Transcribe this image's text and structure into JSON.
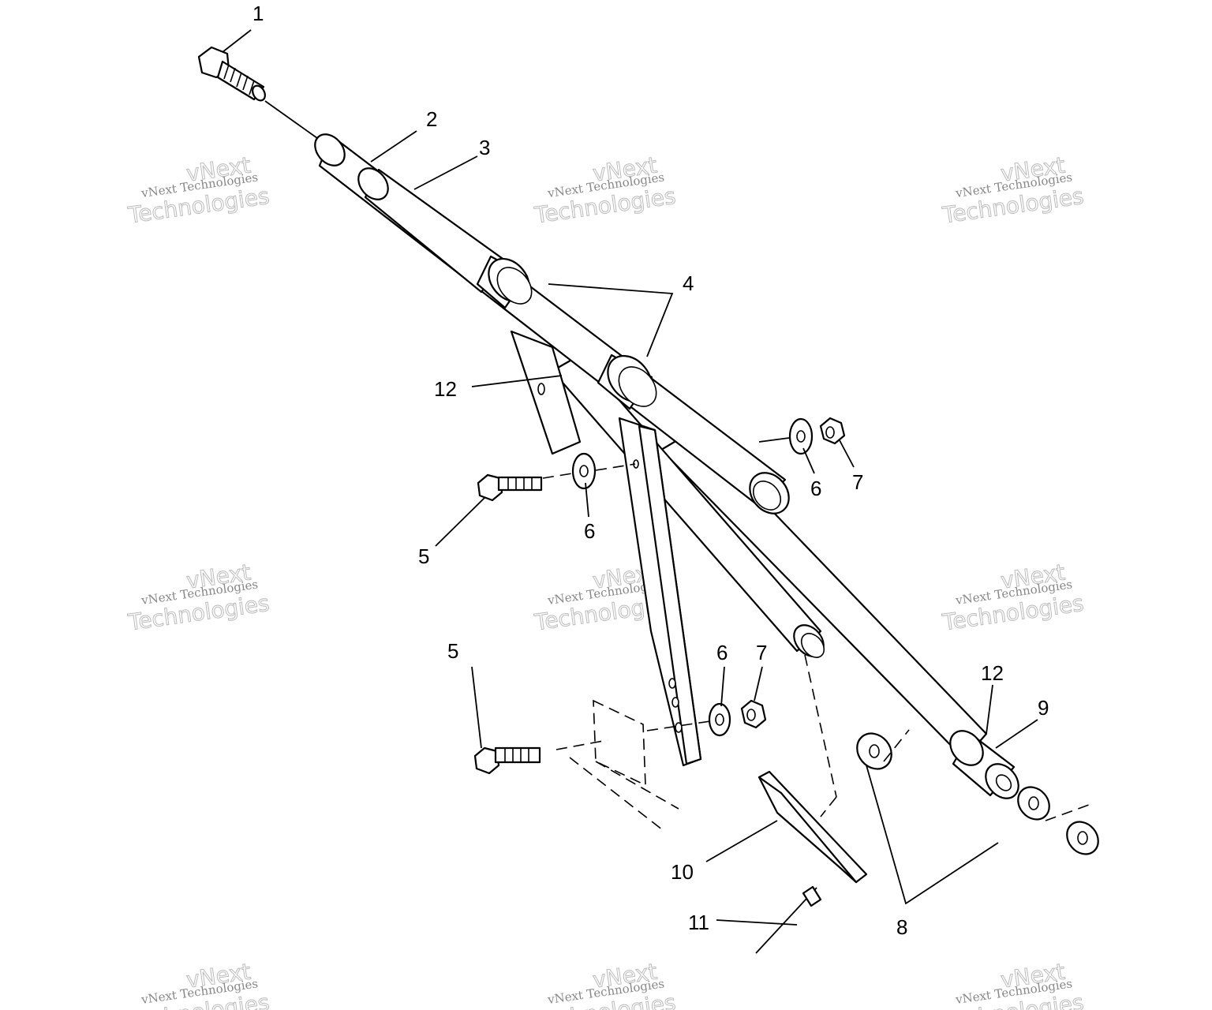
{
  "callouts": {
    "c1": "1",
    "c2": "2",
    "c3": "3",
    "c4": "4",
    "c5a": "5",
    "c5b": "5",
    "c6a": "6",
    "c6b": "6",
    "c6c": "6",
    "c7a": "7",
    "c7b": "7",
    "c8": "8",
    "c9": "9",
    "c10": "10",
    "c11": "11",
    "c12a": "12",
    "c12b": "12"
  },
  "watermark": {
    "brand_small": "vNext Technologies",
    "brand_word1": "vNext",
    "brand_word2": "Technologies"
  }
}
